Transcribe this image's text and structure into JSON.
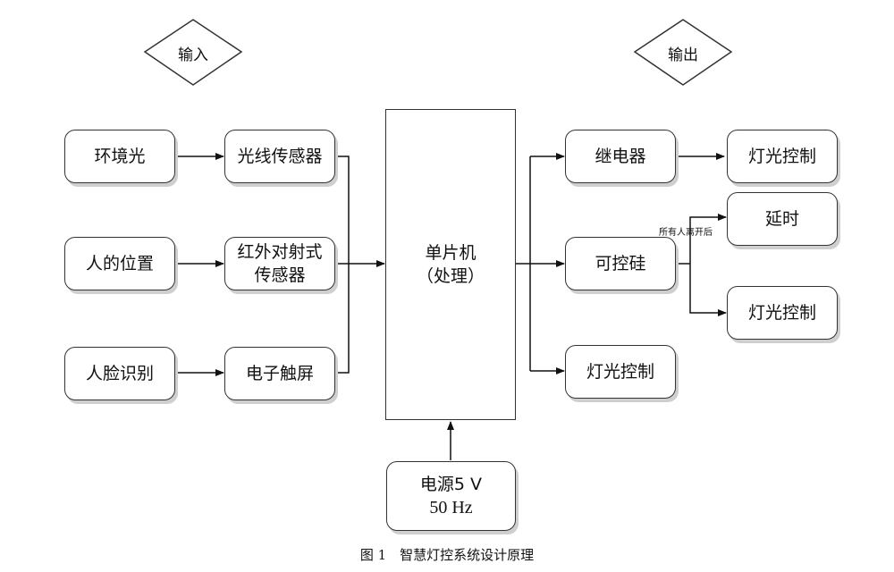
{
  "diagram": {
    "input_label": "输入",
    "output_label": "输出",
    "inputs": {
      "ambient_light": "环境光",
      "person_position": "人的位置",
      "face_recognition": "人脸识别"
    },
    "sensors": {
      "light_sensor": "光线传感器",
      "ir_sensor_line1": "红外对射式",
      "ir_sensor_line2": "传感器",
      "touch_screen": "电子触屏"
    },
    "mcu": {
      "line1": "单片机",
      "line2": "（处理）"
    },
    "power": {
      "line1": "电源5 V",
      "line2": "50 Hz"
    },
    "outputs": {
      "relay": "继电器",
      "thyristor": "可控硅",
      "light_control_direct": "灯光控制",
      "relay_light_control": "灯光控制",
      "delay": "延时",
      "thyristor_light_control": "灯光控制",
      "all_left_note": "所有人离开后"
    },
    "caption": "图 1　智慧灯控系统设计原理"
  }
}
